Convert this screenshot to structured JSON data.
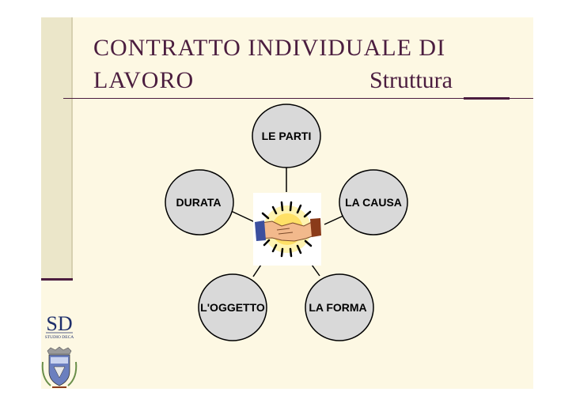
{
  "title": {
    "line1": "CONTRATTO INDIVIDUALE  DI",
    "line2": "LAVORO",
    "subtitle": "Struttura"
  },
  "diagram": {
    "center_image": "handshake-icon",
    "nodes": [
      {
        "id": "parti",
        "label": "LE PARTI"
      },
      {
        "id": "causa",
        "label": "LA CAUSA"
      },
      {
        "id": "forma",
        "label": "LA FORMA"
      },
      {
        "id": "oggetto",
        "label": "L'OGGETTO"
      },
      {
        "id": "durata",
        "label": "DURATA"
      }
    ],
    "colors": {
      "node_fill": "#d9d9d9",
      "node_stroke": "#000000",
      "title": "#4b1d3f"
    }
  },
  "logos": {
    "studio": {
      "monogram": "SD",
      "caption": "STUDIO DECA"
    },
    "crest": "coat-of-arms-icon"
  }
}
